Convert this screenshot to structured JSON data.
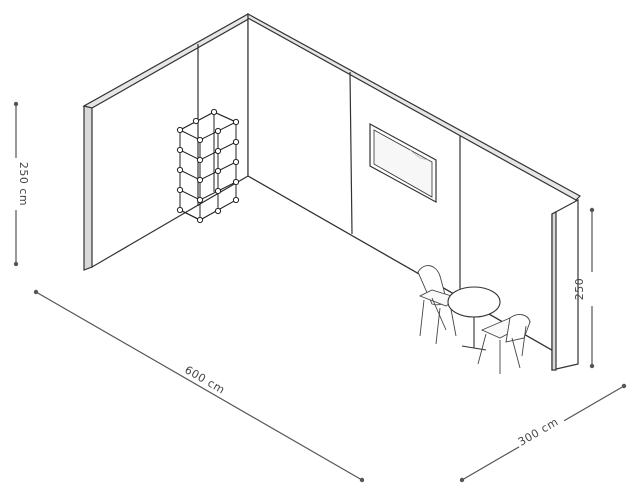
{
  "dimensions": {
    "height_left": "250 cm",
    "height_right": "250",
    "width": "600 cm",
    "depth": "300 cm"
  },
  "colors": {
    "stroke": "#333333",
    "wall_front": "#ffffff",
    "wall_edge": "#d9d9d9",
    "dimension_line": "#555555",
    "label_bg": "#ffffff"
  },
  "furniture": [
    "cube-shelf",
    "wall-tv",
    "round-table",
    "chair-left",
    "chair-right"
  ]
}
